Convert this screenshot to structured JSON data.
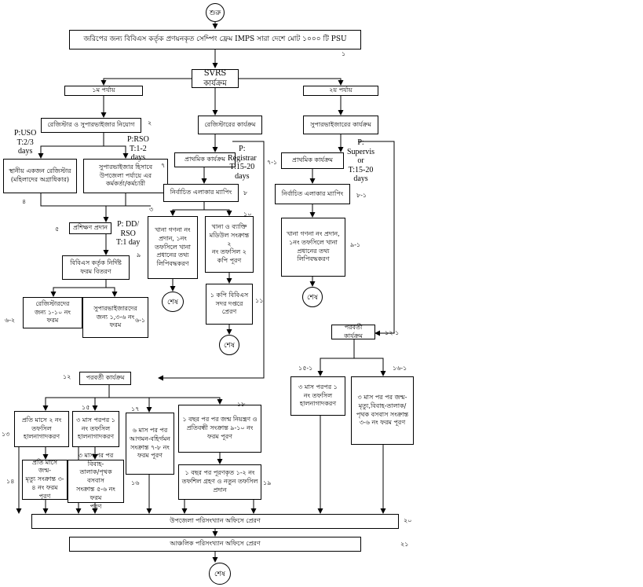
{
  "nodes": {
    "start": "শুরু",
    "frame": "জরিপের জন্য বিবিএস কর্তৃক প্রণয়নকৃত সেম্পিং ফ্রেম IMPS  সারা দেশে  মোট ১০০০ টি PSU",
    "svrs": "SVRS কার্যক্রম",
    "phase1": "১ম পর্যায়",
    "phase2": "২য় পর্যায়",
    "recruit": "রেজিস্টার ও সুপারভাইজার নিয়োগ",
    "local_registrar": "স্থানীয় একজন রেজিস্টার\n(মহিলাদের অগ্রাধিকার)",
    "supervisor_role": "সুপারভাইজার হিসাবে\nউপজেলা পর্যায়ে এর\nকর্মকর্তা/কর্মচারী",
    "training": "প্রশিক্ষণ প্রদান",
    "forms": "বিবিএস কর্তৃক নির্দিষ্ট\nফরম বিতরণ",
    "reg_forms": "রেজিস্টারদের\nজন্য ১-১০ নং\nফরম",
    "sup_forms": "সুপারভাইজারদের\nজন্য ১,৩-৬ নং\nফরম",
    "registrar_activity": "রেজিস্টারের কার্যক্রম",
    "primary_activity": "প্রাথমিক কার্যক্রম",
    "area_mapping": "নির্বাচিত এলাকার ম্যাপিং",
    "household_numbering": "খানা গণনা নং\nপ্রদান, ১নং\nতফসিলে খানা\nপ্রধানের তথ্য\nলিপিবদ্ধকরণ",
    "household_individual": "খানা ও ব্যাক্তি\nমডিউল সংক্রান্ত ২\nনং তফসিল ২\nকপি পূরণ",
    "send_copy": "১ কপি বিবিএস\nসদর দপ্তরে প্রেরণ",
    "end_a": "শেষ",
    "end_b": "শেষ",
    "supervisor_activity": "সুপারভাইজারের কার্যক্রম",
    "sup_primary": "প্রাথমিক কার্যক্রম",
    "sup_mapping": "নির্বাচিত এলাকার ম্যাপিং",
    "sup_numbering": "খানা গণনা নং প্রদান,\n১নং তফসিলে খানা\nপ্রধানের তথ্য\nলিপিবদ্ধকরণ",
    "end_c": "শেষ",
    "later_activity_right": "পরবর্তী কার্যক্রম",
    "r_3month_update": "৩ মাস পরপর ১\nনং তফসিল\nহালনাগাদকরণ",
    "r_3month_fill": "৩ মাস পর পর জন্ম-\nমৃত্যু,বিবাহ-তালাক/\nপৃথক বসবাস সংক্রান্ত\n৩-৬ নং ফরম পূরণ",
    "later_activity_left": "পরবর্তী কার্যক্রম",
    "monthly_update": "প্রতি মাসে ২ নং\nতফসিল\nহালনাগাদকরণ",
    "monthly_fill": "প্রতি মাসে জন্ম-\nমৃত্যু সংক্রান্ত ৩-\n৪ নং ফরম পূরণ",
    "q3_update": "৩ মাস পরপর ১\nনং তফসিল\nহালনাগাদকরণ",
    "q3_fill": "৩ মাস পর পর বিবাহ-\nতালাক/পৃথক বসবাস\nসংক্রান্ত ৫-৬ নং ফরম\nপূরণ",
    "m6_fill": "৬ মাস পর পর\nআগমন-বহির্গমন\nসংক্রান্ত ৭-৮ নং\nফরম পূরণ",
    "y1_fill": "১ বছর পর পর জন্ম নিয়ন্ত্রণ ও\nপ্রতিবন্ধী সংক্রান্ত ৯-১০ নং\nফরম পূরণ",
    "y1_new": "১ বছর পর পূরণকৃত ১-২ নং\nতফশিল গ্রহণ ও নতুন তফসিল\nপ্রদান",
    "upazila_office": "উপজেলা পরিসংখ্যান অফিসে প্রেরণ",
    "regional_office": "আঞ্চলিক পরিসংখ্যান অফিসে প্রেরণ",
    "end_final": "শেষ"
  },
  "step_numbers": {
    "n1": "১",
    "n2": "২",
    "n3": "৩",
    "n4": "৪",
    "n5": "৫",
    "n7": "৭",
    "n71": "৭-১",
    "n8": "৮",
    "n81": "৮-১",
    "n9": "৯",
    "n91": "৯-১",
    "n10": "১০",
    "n11": "১১",
    "n12": "১২",
    "n121": "১২-১",
    "n13": "১৩",
    "n14": "১৪",
    "n15": "১৫",
    "n151": "১৫-১",
    "n16": "১৬",
    "n161": "১৬-১",
    "n17": "১৭",
    "n18": "১৮",
    "n19": "১৯",
    "n20": "২০",
    "n21": "২১",
    "n61": "৬-১",
    "n62": "৬-২"
  },
  "annotations": {
    "uso": "P:USO\nT:2/3\ndays",
    "rso": "P:RSO\nT:1-2\ndays",
    "dd": "P: DD/\nRSO\nT:1 day",
    "registrar": "P:\nRegistrar\nT:15-20\ndays",
    "supervisor": "P:\nSupervis\nor\nT:15-20\ndays"
  }
}
